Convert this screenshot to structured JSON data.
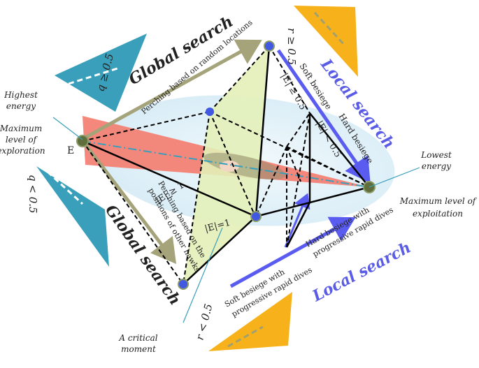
{
  "labels": {
    "global_search_top": "Global search",
    "global_search_bottom": "Global search",
    "local_search_top": "Local search",
    "local_search_bottom": "Local search",
    "q_ge": "q ≥ 0.5",
    "q_lt": "q < 0.5",
    "r_ge": "r ≥ 0.5",
    "r_lt": "r < 0.5",
    "soft_besiege": "Soft besiege",
    "hard_besiege": "Hard besiege",
    "e_ge_05": "|E| ≥ 0.5",
    "e_lt_05": "|E| < 0.5",
    "e_ge_1": "|E| ≥ 1",
    "e_eq_1": "|E|=1",
    "perch_random": "Perching based on random locations",
    "perch_others_1": "Perching based on the",
    "perch_others_2": "positions of other hawks",
    "soft_dives_1": "Soft besiege with",
    "soft_dives_2": "progressive rapid dives",
    "hard_dives_1": "Hard besiege with",
    "hard_dives_2": "progressive rapid dives",
    "highest_energy_1": "Highest",
    "highest_energy_2": "energy",
    "max_explore_1": "Maximum",
    "max_explore_2": "level of",
    "max_explore_3": "exploration",
    "lowest_energy_1": "Lowest",
    "lowest_energy_2": "energy",
    "max_exploit_1": "Maximum level of",
    "max_exploit_2": "exploitation",
    "critical_1": "A critical",
    "critical_2": "moment",
    "point_e": "E"
  },
  "colors": {
    "global_arrow": "#a5a37a",
    "local_arrow": "#5a5cf0",
    "local_text": "#5a5ce6",
    "red_cone": "#f47b6e",
    "green_fill": "#e3f0b8",
    "teal_triangle": "#3a9fba",
    "orange_triangle": "#f7b21b",
    "node": "#4158e0",
    "node_ring": "#8c9a68",
    "ellipse": "#d6ecf6"
  }
}
